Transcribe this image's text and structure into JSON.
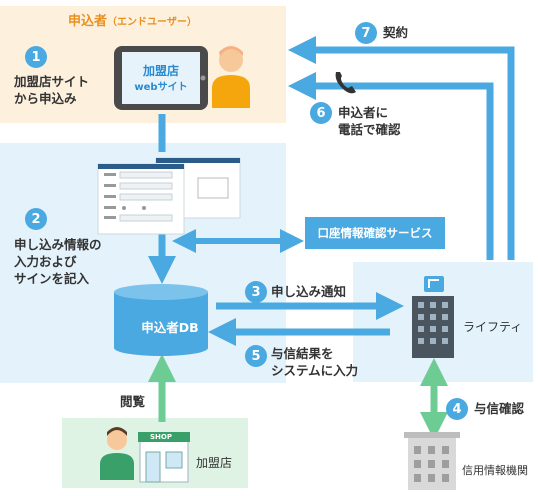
{
  "applicant": {
    "title": "申込者",
    "title_sub": "（エンドユーザー）",
    "step_number": "1",
    "step_text": "加盟店サイト\nから申込み",
    "tablet_line1": "加盟店",
    "tablet_line2": "webサイト"
  },
  "system": {
    "step_number": "2",
    "step_text": "申し込み情報の\n入力および\nサインを記入",
    "db_label": "申込者DB"
  },
  "service": {
    "label": "口座情報確認サービス"
  },
  "flows": {
    "step3_number": "3",
    "step3_text": "申し込み通知",
    "step5_number": "5",
    "step5_text": "与信結果を\nシステムに入力",
    "step6_number": "6",
    "step6_text": "申込者に\n電話で確認",
    "step7_number": "7",
    "step7_text": "契約",
    "step4_number": "4",
    "step4_text": "与信確認",
    "view_text": "閲覧"
  },
  "lifety": {
    "label": "ライフティ"
  },
  "credit_bureau": {
    "label": "信用情報機関"
  },
  "store": {
    "label": "加盟店",
    "sign": "SHOP"
  },
  "colors": {
    "arrow_blue": "#4aa9e0",
    "arrow_green": "#6ccc93",
    "applicant_bg": "#fdf0dd",
    "system_bg": "#e3f2fb",
    "store_bg": "#dff3e4",
    "accent_orange": "#e9901f"
  }
}
